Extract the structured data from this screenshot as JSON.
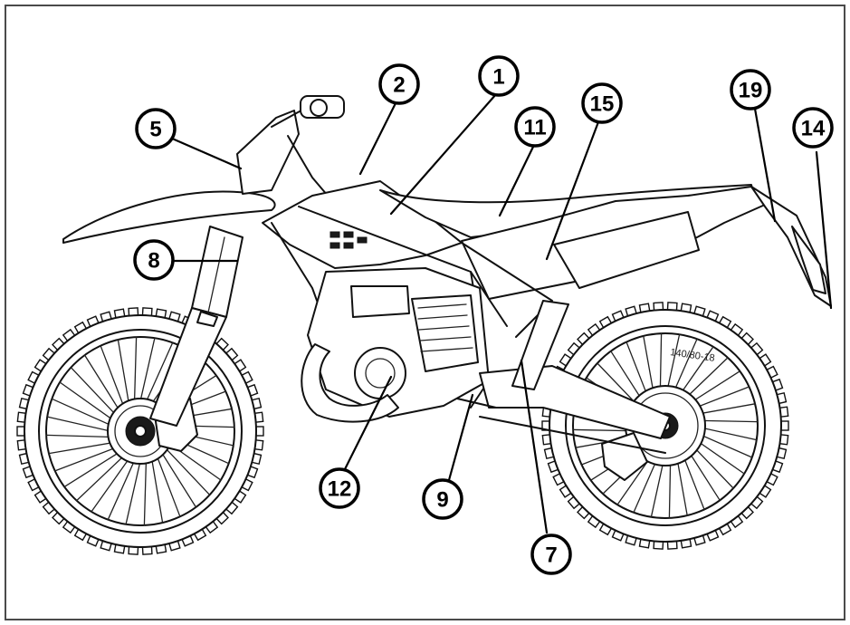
{
  "callouts": [
    {
      "id": "1",
      "label": "1"
    },
    {
      "id": "2",
      "label": "2"
    },
    {
      "id": "5",
      "label": "5"
    },
    {
      "id": "7",
      "label": "7"
    },
    {
      "id": "8",
      "label": "8"
    },
    {
      "id": "9",
      "label": "9"
    },
    {
      "id": "11",
      "label": "11"
    },
    {
      "id": "12",
      "label": "12"
    },
    {
      "id": "14",
      "label": "14"
    },
    {
      "id": "15",
      "label": "15"
    },
    {
      "id": "19",
      "label": "19"
    }
  ],
  "rear_tyre_marking": "140/80-18",
  "colors": {
    "line": "#111111",
    "background": "#ffffff",
    "frame": "#4a4a4a"
  }
}
